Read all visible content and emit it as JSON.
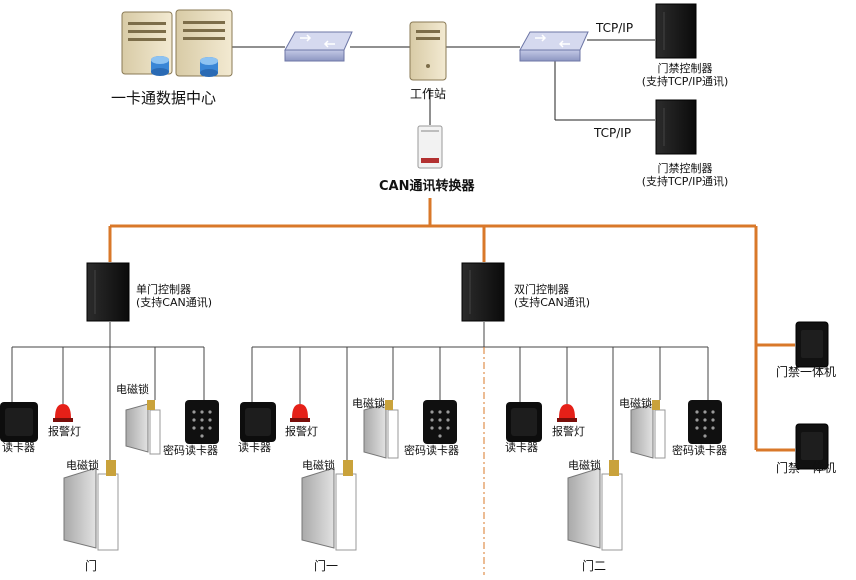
{
  "top": {
    "data_center": "一卡通数据中心",
    "workstation": "工作站",
    "converter": "CAN通讯转换器",
    "protocol_1": "TCP/IP",
    "protocol_2": "TCP/IP",
    "controller_ip_1": {
      "line1": "门禁控制器",
      "line2": "(支持TCP/IP通讯)"
    },
    "controller_ip_2": {
      "line1": "门禁控制器",
      "line2": "(支持TCP/IP通讯)"
    }
  },
  "single_controller": {
    "line1": "单门控制器",
    "line2": "(支持CAN通讯)",
    "card_reader": "读卡器",
    "alarm": "报警灯",
    "lock_small": "电磁锁",
    "keypad_reader": "密码读卡器",
    "lock_main": "电磁锁",
    "door": "门"
  },
  "double_controller": {
    "line1": "双门控制器",
    "line2": "(支持CAN通讯)",
    "door1": {
      "card_reader": "读卡器",
      "alarm": "报警灯",
      "lock_small": "电磁锁",
      "keypad_reader": "密码读卡器",
      "lock_main": "电磁锁",
      "door": "门一"
    },
    "door2": {
      "card_reader": "读卡器",
      "alarm": "报警灯",
      "lock_small": "电磁锁",
      "keypad_reader": "密码读卡器",
      "lock_main": "电磁锁",
      "door": "门二"
    }
  },
  "integrated": {
    "unit1": "门禁一体机",
    "unit2": "门禁一体机"
  },
  "colors": {
    "bus": "#d9782a",
    "line": "#222222",
    "device_dark": "#151515",
    "switch": "#9aa3c8",
    "door_panel": "#c6c6c6",
    "alarm_red": "#e52018"
  }
}
